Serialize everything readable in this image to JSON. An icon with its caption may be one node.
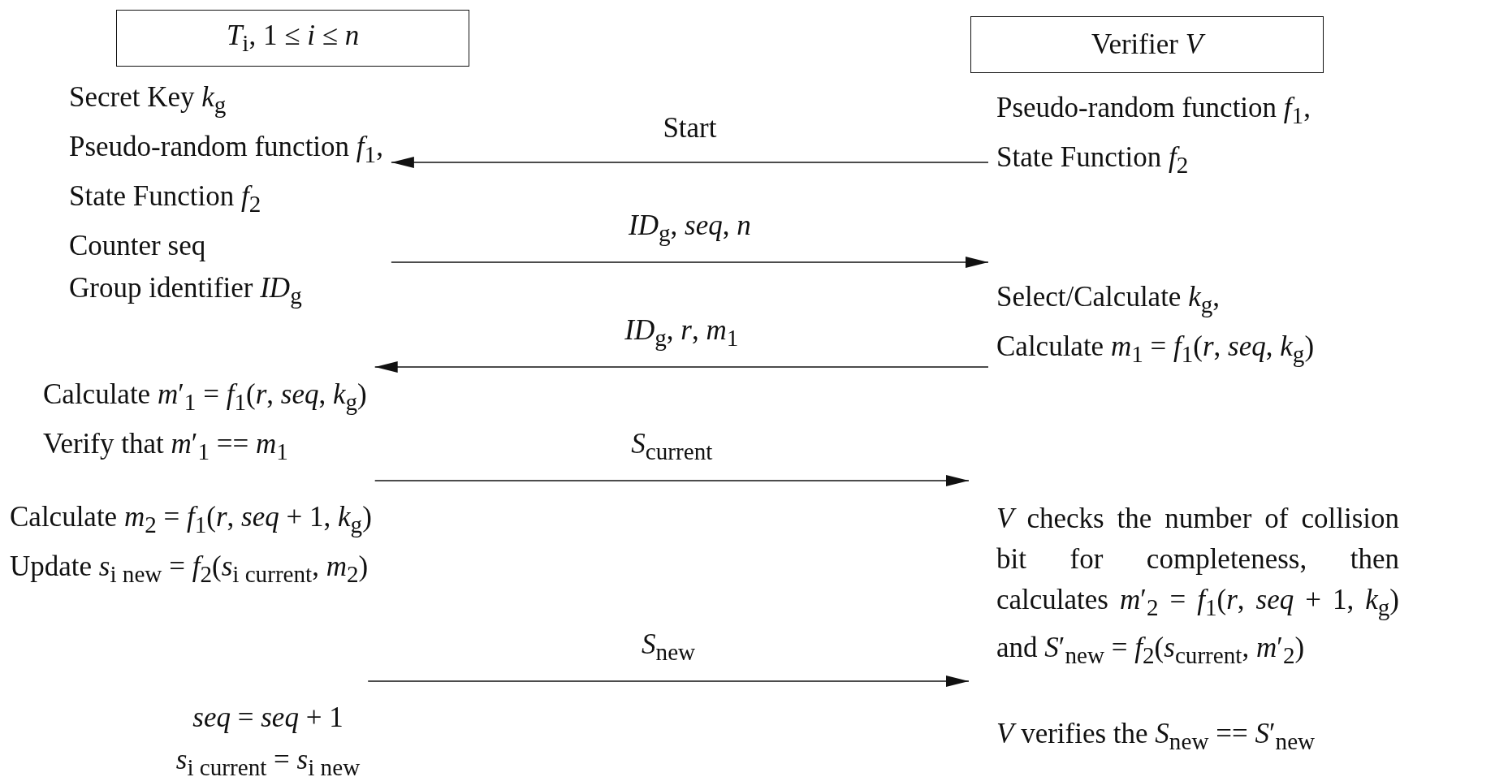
{
  "diagram": {
    "nodes": [
      {
        "text": [
          "*T*$_{i}$, 1 ≤ *i* ≤ *n*"
        ]
      },
      {
        "text": [
          "Verifier *V*"
        ]
      },
      {
        "text": [
          "Secret Key *k*$_{g}$",
          "Pseudo-random function *f*$_{1}$,",
          "State Function *f*$_{2}$",
          "Counter seq",
          "Group identifier *ID*$_{g}$"
        ]
      },
      {
        "text": [
          "Pseudo-random function *f*$_{1}$,",
          "State Function *f*$_{2}$"
        ]
      },
      {
        "text": [
          "Select/Calculate *k*$_{g}$,",
          "Calculate *m*$_{1}$ = *f*$_{1}$(*r*, *seq*, *k*$_{g}$)"
        ]
      },
      {
        "text": [
          "Calculate *m*′$_{1}$ = *f*$_{1}$(*r*, *seq*, *k*$_{g}$)",
          "Verify that *m*′$_{1}$ == *m*$_{1}$"
        ]
      },
      {
        "text": [
          "Calculate *m*$_{2}$ = *f*$_{1}$(*r*, *seq* + 1, *k*$_{g}$)",
          "Update *s*$_{i new}$ = *f*$_{2}$(*s*$_{i current}$, *m*$_{2}$)"
        ]
      },
      {
        "text": [
          "*V* checks the number of collision bit for completeness, then calculates *m*′$_{2}$ = *f*$_{1}$(*r*, *seq* + 1, *k*$_{g}$) and *S*′$_{new}$ = *f*$_{2}$(*s*$_{current}$, *m*′$_{2}$)"
        ]
      },
      {
        "text": [
          "*seq* = *seq* + 1",
          "*s*$_{i current}$ = *s*$_{i new}$"
        ]
      },
      {
        "text": [
          "*V* verifies the *S*$_{new}$ == *S*′$_{new}$"
        ]
      }
    ],
    "edges": [
      {
        "from": 3,
        "to": 2,
        "arrow": "to",
        "label": "Start"
      },
      {
        "from": 2,
        "to": 4,
        "arrow": "to",
        "label": "*ID*$_{g}$, *seq*, *n*"
      },
      {
        "from": 4,
        "to": 5,
        "arrow": "to",
        "label": "*ID*$_{g}$, *r*, *m*$_{1}$"
      },
      {
        "from": 5,
        "to": 7,
        "arrow": "to",
        "label": "*S*$_{current}$"
      },
      {
        "from": 8,
        "to": 7,
        "arrow": "to",
        "label": "*S*$_{new}$"
      }
    ]
  }
}
